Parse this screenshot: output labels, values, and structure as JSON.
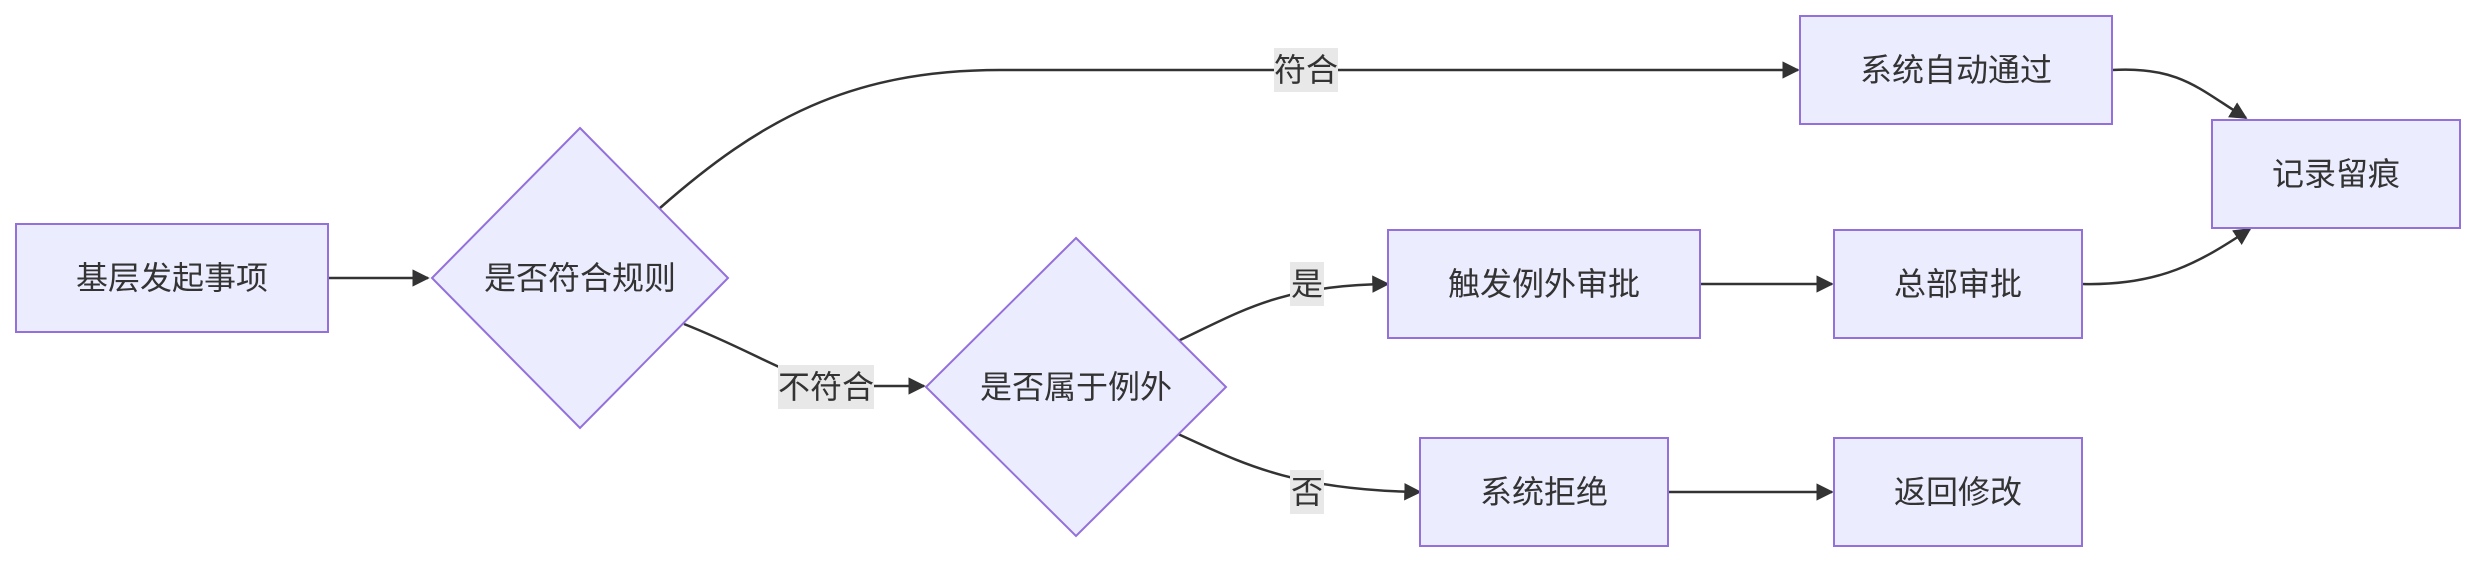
{
  "nodes": {
    "start": "基层发起事项",
    "check_rules": "是否符合规则",
    "check_exception": "是否属于例外",
    "auto_pass": "系统自动通过",
    "exception_approval": "触发例外审批",
    "hq_approval": "总部审批",
    "reject": "系统拒绝",
    "revise": "返回修改",
    "record": "记录留痕"
  },
  "edges": {
    "conform": "符合",
    "not_conform": "不符合",
    "yes": "是",
    "no": "否"
  }
}
